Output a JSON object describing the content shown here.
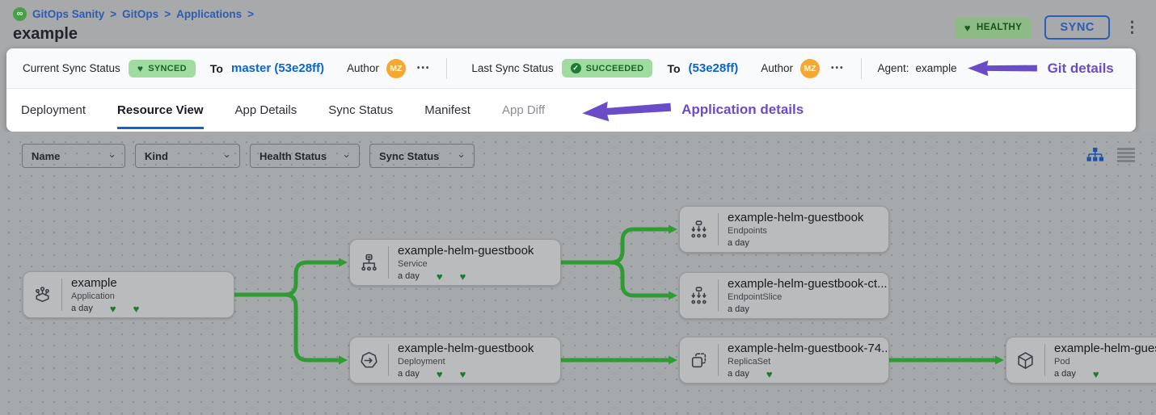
{
  "header": {
    "breadcrumb": {
      "icon": "gitops-logo-icon",
      "separator": ">",
      "items": [
        "GitOps Sanity",
        "GitOps",
        "Applications"
      ]
    },
    "title": "example",
    "health_badge": {
      "icon": "heart-icon",
      "label": "HEALTHY"
    },
    "sync_button_label": "SYNC",
    "more_menu_icon": "kebab-menu-icon"
  },
  "sync_bar": {
    "current": {
      "label": "Current Sync Status",
      "badge": "SYNCED",
      "badge_icon": "heart-icon",
      "to": "To",
      "target": "master (53e28ff)",
      "author_label": "Author",
      "avatar_initials": "MZ",
      "more": "•••"
    },
    "last": {
      "label": "Last Sync Status",
      "badge": "SUCCEEDED",
      "badge_icon": "check-circle-icon",
      "to": "To",
      "target": "(53e28ff)",
      "author_label": "Author",
      "avatar_initials": "MZ",
      "more": "•••"
    },
    "agent": {
      "label": "Agent:",
      "value": "example"
    },
    "annotation": "Git details"
  },
  "tabs": {
    "items": [
      {
        "label": "Deployment",
        "state": "default"
      },
      {
        "label": "Resource View",
        "state": "active"
      },
      {
        "label": "App Details",
        "state": "default"
      },
      {
        "label": "Sync Status",
        "state": "default"
      },
      {
        "label": "Manifest",
        "state": "default"
      },
      {
        "label": "App Diff",
        "state": "disabled"
      }
    ],
    "annotation": "Application details"
  },
  "toolbar": {
    "filters": [
      {
        "label": "Name",
        "icon": "chevron-down-icon"
      },
      {
        "label": "Kind",
        "icon": "chevron-down-icon"
      },
      {
        "label": "Health Status",
        "icon": "chevron-down-icon"
      },
      {
        "label": "Sync Status",
        "icon": "chevron-down-icon"
      }
    ],
    "view_toggles": [
      {
        "icon": "tree-view-icon",
        "active": true
      },
      {
        "icon": "list-view-icon",
        "active": false
      }
    ]
  },
  "graph": {
    "nodes": [
      {
        "id": "app",
        "title": "example",
        "kind": "Application",
        "age": "a day",
        "icon": "application-icon",
        "hearts": 2
      },
      {
        "id": "svc",
        "title": "example-helm-guestbook",
        "kind": "Service",
        "age": "a day",
        "icon": "service-icon",
        "hearts": 2
      },
      {
        "id": "deploy",
        "title": "example-helm-guestbook",
        "kind": "Deployment",
        "age": "a day",
        "icon": "deployment-icon",
        "hearts": 2
      },
      {
        "id": "endpoints",
        "title": "example-helm-guestbook",
        "kind": "Endpoints",
        "age": "a day",
        "icon": "endpoints-icon",
        "hearts": 0
      },
      {
        "id": "endpointslice",
        "title": "example-helm-guestbook-ct...",
        "kind": "EndpointSlice",
        "age": "a day",
        "icon": "endpointslice-icon",
        "hearts": 0
      },
      {
        "id": "replicaset",
        "title": "example-helm-guestbook-74...",
        "kind": "ReplicaSet",
        "age": "a day",
        "icon": "replicaset-icon",
        "hearts": 1
      },
      {
        "id": "pod",
        "title": "example-helm-guestbook",
        "kind": "Pod",
        "age": "a day",
        "icon": "pod-icon",
        "hearts": 1
      }
    ],
    "edges": [
      {
        "from": "app",
        "to": "svc"
      },
      {
        "from": "app",
        "to": "deploy"
      },
      {
        "from": "svc",
        "to": "endpoints"
      },
      {
        "from": "svc",
        "to": "endpointslice"
      },
      {
        "from": "deploy",
        "to": "replicaset"
      },
      {
        "from": "replicaset",
        "to": "pod"
      }
    ]
  },
  "colors": {
    "accent_blue": "#0b64d0",
    "edge_green": "#2f9c33",
    "annotation_purple": "#6a4bc8",
    "badge_green_bg": "#a0dba0",
    "badge_green_text": "#17632a",
    "healthy_heart_green": "#1c7a2e",
    "avatar_orange": "#f5a832",
    "dim_background": "#a7a9ab"
  }
}
